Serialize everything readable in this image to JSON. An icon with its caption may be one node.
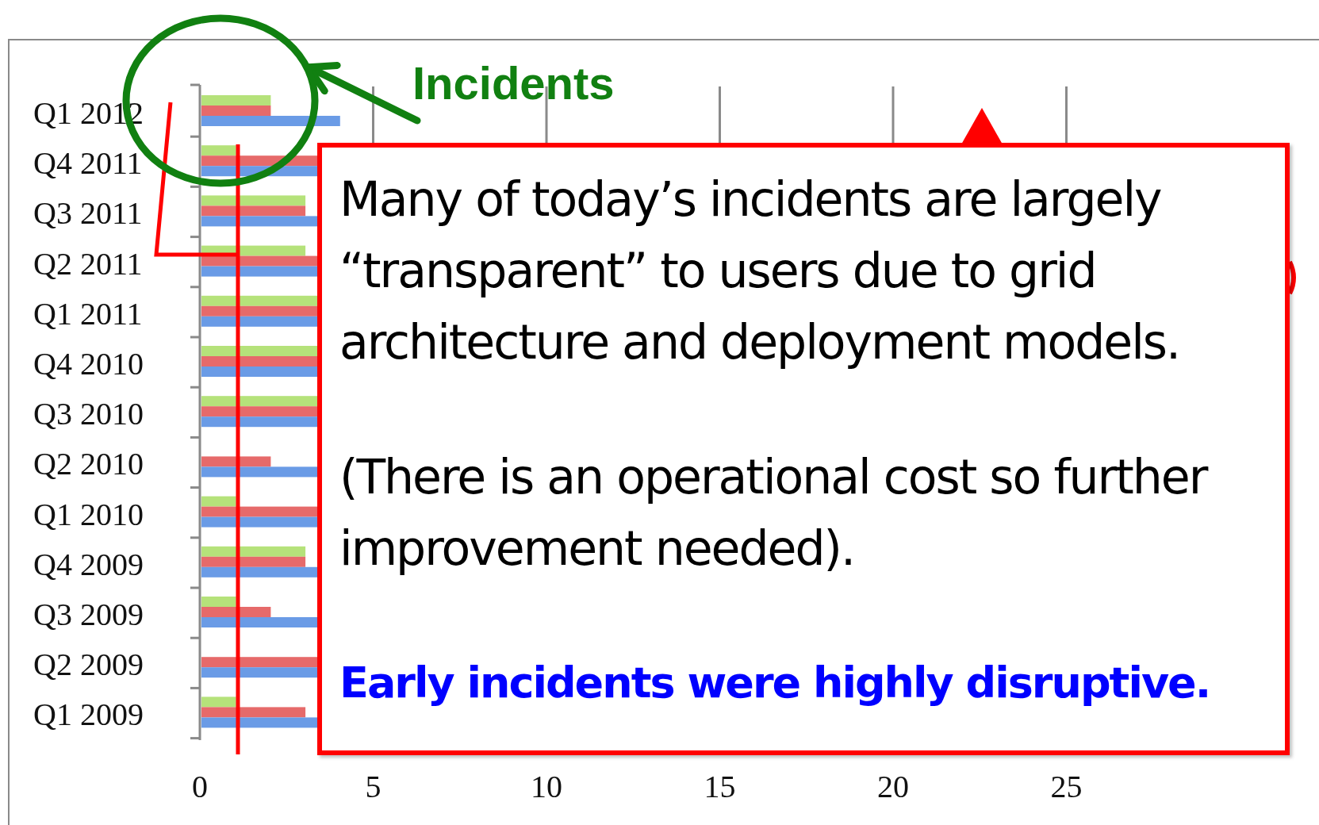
{
  "diagram": {
    "nodes": [
      {
        "text": [
          "Incidents"
        ]
      },
      {
        "text": [],
        "shape": "circle"
      },
      {
        "text": [
          "Many of today’s incidents are largely “transparent” to users due to grid architecture and deployment models.",
          "(There is an operational cost so further improvement needed).",
          "Early incidents were highly disruptive."
        ]
      }
    ],
    "edges": [
      {
        "from": 0,
        "to": 1,
        "arrow": "to",
        "color": "#118011"
      }
    ],
    "labels": [
      "Q1 2012",
      "Q4 2011",
      "Q3 2011",
      "Q2 2011",
      "Q1 2011",
      "Q4 2010",
      "Q3 2010",
      "Q2 2010",
      "Q1 2010",
      "Q4 2009",
      "Q3 2009",
      "Q2 2009",
      "Q1 2009",
      "0",
      "5",
      "10",
      "15",
      "20",
      "25"
    ]
  }
}
